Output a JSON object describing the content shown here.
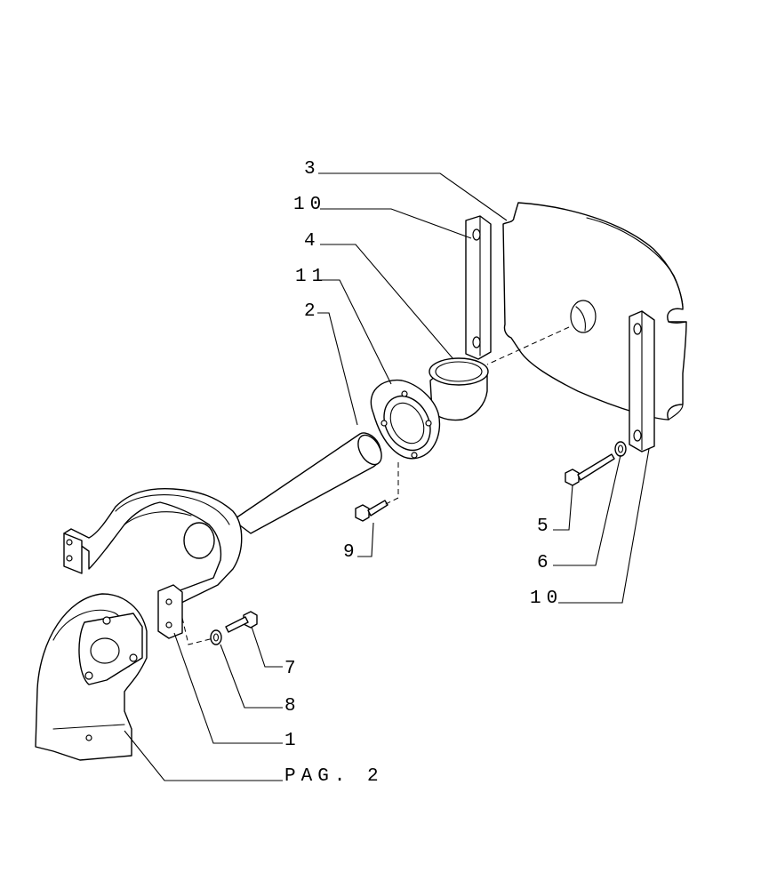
{
  "callouts": {
    "c1": "1",
    "c2": "2",
    "c3": "3",
    "c4": "4",
    "c5": "5",
    "c6": "6",
    "c7": "7",
    "c8": "8",
    "c9": "9",
    "c10a": "10",
    "c10b": "10",
    "c11": "11",
    "page_ref": "PAG. 2"
  }
}
